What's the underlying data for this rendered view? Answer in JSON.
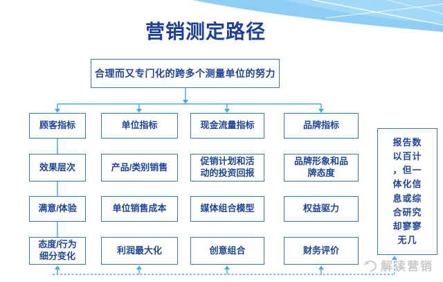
{
  "slide": {
    "title": "营销测定路径",
    "watermark": "解读营销"
  },
  "diagram": {
    "top_box": "合理而又专门化的跨多个测量单位的努力",
    "rows": [
      [
        "顾客指标",
        "单位指标",
        "现金流量指标",
        "品牌指标"
      ],
      [
        "效果层次",
        "产品/类别销售",
        "促销计划和活\n动的投资回报",
        "品牌形象和品\n牌态度"
      ],
      [
        "满意/体验",
        "单位销售成本",
        "媒体组合模型",
        "权益驱力"
      ],
      [
        "态度/行为\n细分变化",
        "利润最大化",
        "创意组合",
        "财务评价"
      ]
    ],
    "side_box": "报告数\n以百计\n，但一\n体化信\n息或综\n合研究\n却寥寥\n无几"
  },
  "icons": {
    "watermark_logo": "swirl-logo",
    "top_right_decoration": "wave-shape"
  },
  "colors": {
    "title_text": "#1c3f9b",
    "box_text": "#1e459d",
    "box_border": "#2e75b6",
    "connector_blue": "#47abe7",
    "wave_fill": "#8ecdf4",
    "wave_fill_light": "#aadcf8",
    "watermark_gray": "#cbcbcb",
    "background": "#ffffff"
  }
}
